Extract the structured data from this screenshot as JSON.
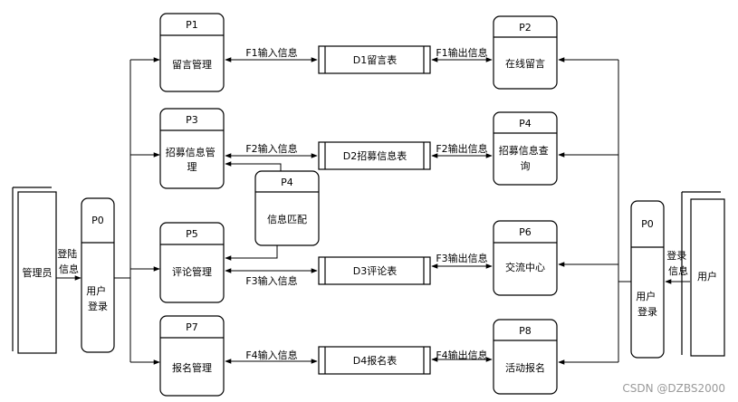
{
  "processes": [
    {
      "key": "p1",
      "id": "P1",
      "label": "留言管理"
    },
    {
      "key": "p3",
      "id": "P3",
      "label": "招募信息管理"
    },
    {
      "key": "p5",
      "id": "P5",
      "label": "评论管理"
    },
    {
      "key": "p7",
      "id": "P7",
      "label": "报名管理"
    },
    {
      "key": "p2",
      "id": "P2",
      "label": "在线留言"
    },
    {
      "key": "p4r",
      "id": "P4",
      "label": "招募信息查询"
    },
    {
      "key": "p6",
      "id": "P6",
      "label": "交流中心"
    },
    {
      "key": "p8",
      "id": "P8",
      "label": "活动报名"
    },
    {
      "key": "p4m",
      "id": "P4",
      "label": "信息匹配"
    },
    {
      "key": "p0l",
      "id": "P0",
      "label": "用户登录"
    },
    {
      "key": "p0r",
      "id": "P0",
      "label": "用户登录"
    }
  ],
  "stores": [
    {
      "key": "d1",
      "label": "D1留言表"
    },
    {
      "key": "d2",
      "label": "D2招募信息表"
    },
    {
      "key": "d3",
      "label": "D3评论表"
    },
    {
      "key": "d4",
      "label": "D4报名表"
    }
  ],
  "entities": [
    {
      "key": "admin",
      "label": "管理员"
    },
    {
      "key": "user",
      "label": "用户"
    }
  ],
  "flows": {
    "f1_in": "F1输入信息",
    "f1_out": "F1输出信息",
    "f2_in": "F2输入信息",
    "f2_out": "F2输出信息",
    "f3_in": "F3输入信息",
    "f3_out": "F3输出信息",
    "f4_in": "F4输入信息",
    "f4_out": "F4输出信息",
    "login_admin": "登陆信息",
    "login_user": "登录信息"
  },
  "watermark": "CSDN @DZBS2000"
}
